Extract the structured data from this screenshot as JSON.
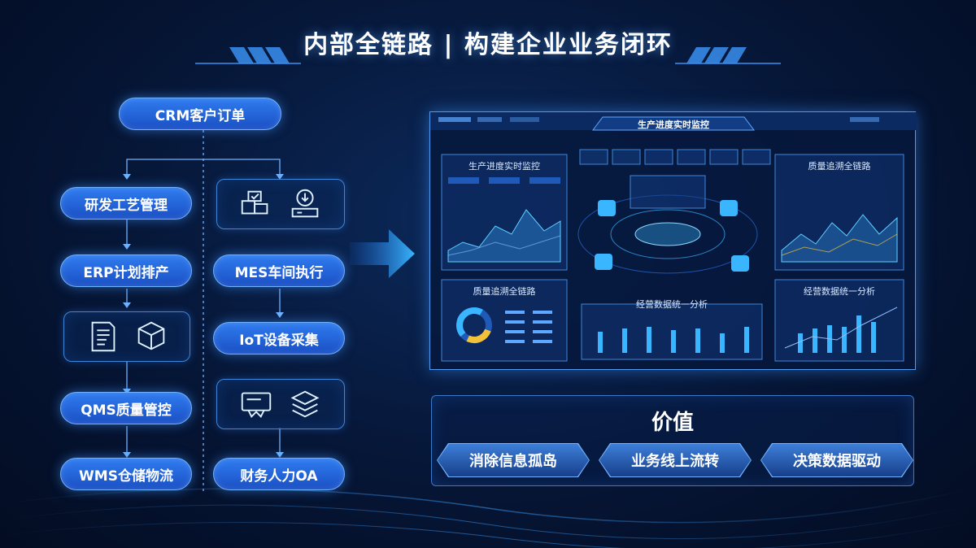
{
  "title": "内部全链路 | 构建企业业务闭环",
  "flow": {
    "crm": "CRM客户订单",
    "rd": "研发工艺管理",
    "erp": "ERP计划排产",
    "mes": "MES车间执行",
    "iot": "IoT设备采集",
    "qms": "QMS质量管控",
    "wms": "WMS仓储物流",
    "finance": "财务人力OA"
  },
  "dashboard": {
    "main_title": "生产进度实时监控",
    "panel_production": "生产进度实时监控",
    "panel_quality_top": "质量追溯全链路",
    "panel_quality_bottom": "质量追溯全链路",
    "panel_ops_center": "经营数据统一分析",
    "panel_ops_right": "经营数据统一分析"
  },
  "value": {
    "title": "价值",
    "items": [
      "消除信息孤岛",
      "业务线上流转",
      "决策数据驱动"
    ]
  },
  "colors": {
    "accent": "#2f7cf0",
    "glow": "#6fb2ff",
    "background": "#061636"
  }
}
